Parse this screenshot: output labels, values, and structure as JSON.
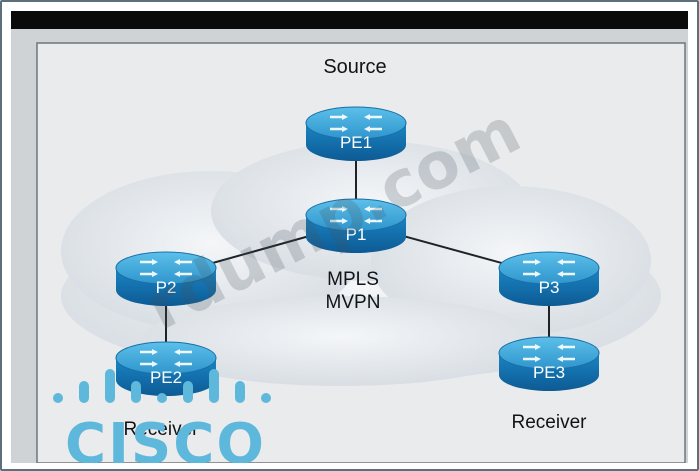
{
  "diagram": {
    "nodes": [
      {
        "id": "pe1",
        "label": "PE1"
      },
      {
        "id": "p1",
        "label": "P1"
      },
      {
        "id": "p2",
        "label": "P2"
      },
      {
        "id": "p3",
        "label": "P3"
      },
      {
        "id": "pe2",
        "label": "PE2"
      },
      {
        "id": "pe3",
        "label": "PE3"
      }
    ],
    "edges": [
      [
        "pe1",
        "p1"
      ],
      [
        "p1",
        "p2"
      ],
      [
        "p1",
        "p3"
      ],
      [
        "p2",
        "pe2"
      ],
      [
        "p3",
        "pe3"
      ]
    ],
    "labels": {
      "source": "Source",
      "cloud_line1": "MPLS",
      "cloud_line2": "MVPN",
      "receiver_left": "Receiver",
      "receiver_right": "Receiver"
    },
    "watermark": "rdump.com",
    "logo": "CISCO",
    "colors": {
      "router_top": "#3ea6d6",
      "router_body": "#1673b0",
      "router_dark": "#0c4f86",
      "cloud": "#e8ecf0",
      "logo": "#5eb8dc"
    }
  }
}
